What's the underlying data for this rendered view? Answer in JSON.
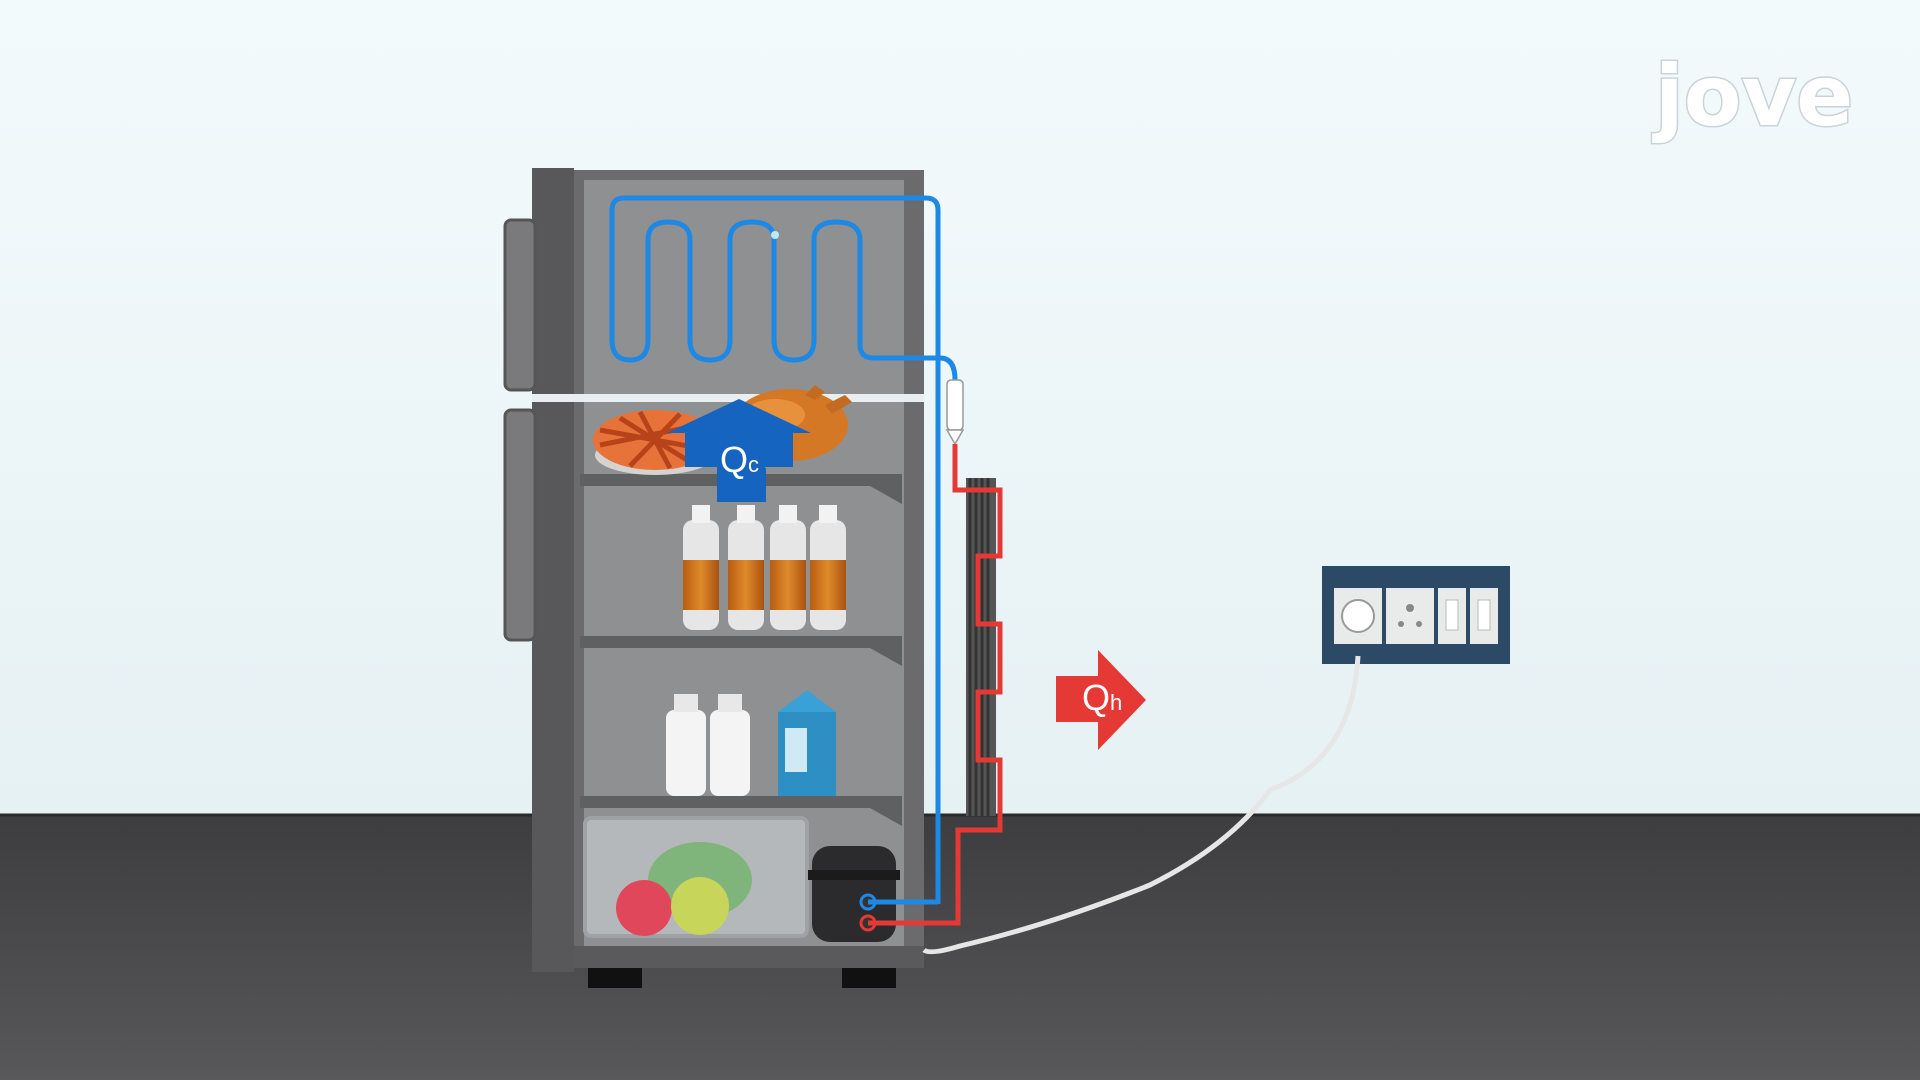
{
  "logo": {
    "text": "jove"
  },
  "labels": {
    "cold_heat": {
      "main": "Q",
      "sub": "c"
    },
    "hot_heat": {
      "main": "Q",
      "sub": "h"
    }
  },
  "colors": {
    "cold_refrigerant": "#1e88e5",
    "hot_refrigerant": "#e53935",
    "cold_arrow": "#1565c0",
    "hot_arrow": "#e53935",
    "fridge_body": "#6b6b6e",
    "fridge_interior": "#8f9092",
    "wall": "#eef7f9",
    "floor": "#4a4a4c",
    "socket_plate": "#2c4a66"
  },
  "icons": {
    "evaporator": "evaporator-coil-icon",
    "condenser": "condenser-coil-icon",
    "compressor": "compressor-icon",
    "expansion_valve": "expansion-valve-icon",
    "outlet": "wall-socket-icon"
  }
}
